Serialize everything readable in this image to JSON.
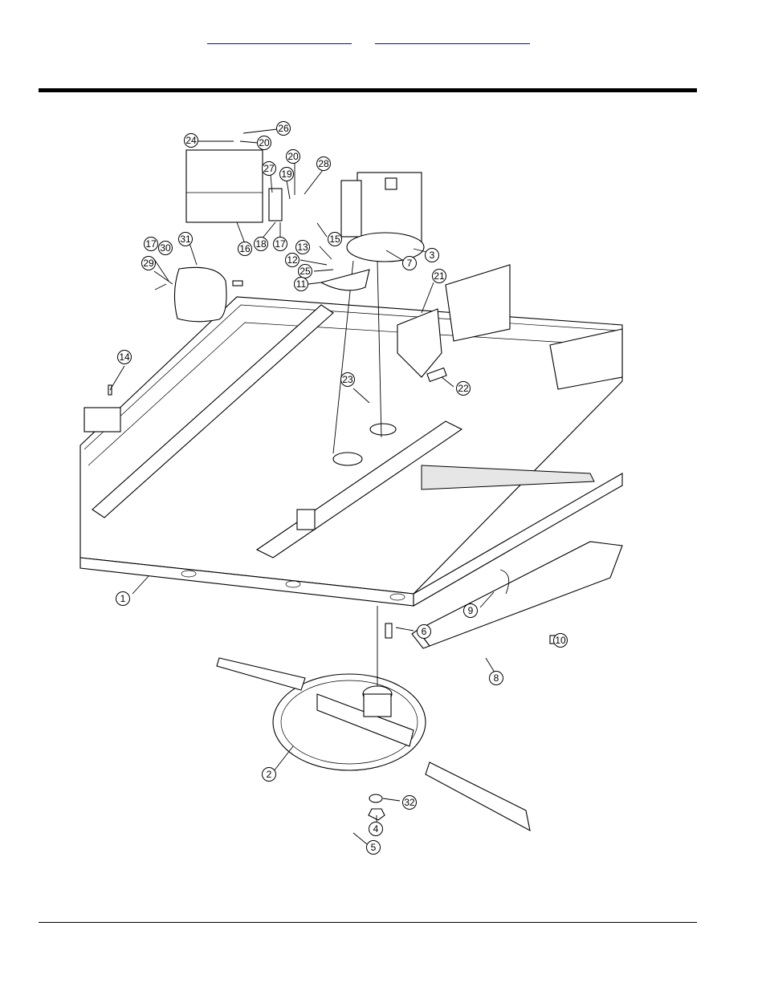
{
  "header": {
    "links": [
      {
        "label": "",
        "href_label": "link-1"
      },
      {
        "label": "",
        "href_label": "link-2"
      }
    ]
  },
  "diagram": {
    "callouts": [
      {
        "id": "c26",
        "label": "26"
      },
      {
        "id": "c24",
        "label": "24"
      },
      {
        "id": "c20a",
        "label": "20"
      },
      {
        "id": "c27",
        "label": "27"
      },
      {
        "id": "c20b",
        "label": "20"
      },
      {
        "id": "c19",
        "label": "19"
      },
      {
        "id": "c28",
        "label": "28"
      },
      {
        "id": "c16",
        "label": "16"
      },
      {
        "id": "c18",
        "label": "18"
      },
      {
        "id": "c17a",
        "label": "17"
      },
      {
        "id": "c15",
        "label": "15"
      },
      {
        "id": "c3",
        "label": "3"
      },
      {
        "id": "c7",
        "label": "7"
      },
      {
        "id": "c13",
        "label": "13"
      },
      {
        "id": "c12",
        "label": "12"
      },
      {
        "id": "c25",
        "label": "25"
      },
      {
        "id": "c11",
        "label": "11"
      },
      {
        "id": "c17b",
        "label": "17"
      },
      {
        "id": "c30",
        "label": "30"
      },
      {
        "id": "c31",
        "label": "31"
      },
      {
        "id": "c29",
        "label": "29"
      },
      {
        "id": "c21",
        "label": "21"
      },
      {
        "id": "c14",
        "label": "14"
      },
      {
        "id": "c23",
        "label": "23"
      },
      {
        "id": "c22",
        "label": "22"
      },
      {
        "id": "c1",
        "label": "1"
      },
      {
        "id": "c9",
        "label": "9"
      },
      {
        "id": "c6",
        "label": "6"
      },
      {
        "id": "c10",
        "label": "10"
      },
      {
        "id": "c8",
        "label": "8"
      },
      {
        "id": "c2",
        "label": "2"
      },
      {
        "id": "c32",
        "label": "32"
      },
      {
        "id": "c4",
        "label": "4"
      },
      {
        "id": "c5",
        "label": "5"
      }
    ]
  }
}
